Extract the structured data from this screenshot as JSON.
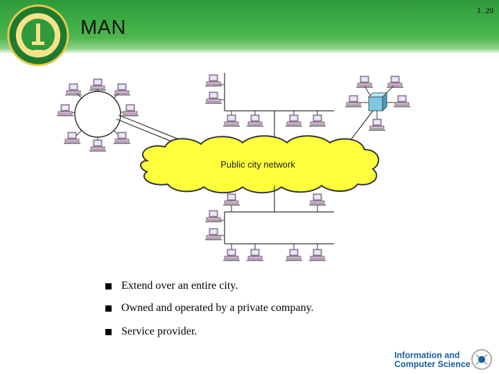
{
  "header": {
    "title": "MAN",
    "slide_number": "1. 20"
  },
  "diagram": {
    "cloud_label": "Public city network"
  },
  "bullets": [
    "Extend over an entire city.",
    "Owned and operated by a private company.",
    "Service provider."
  ],
  "footer": {
    "line1": "Information and",
    "line2": "Computer Science"
  },
  "colors": {
    "header_green": "#3fae46",
    "cloud_yellow": "#ffff3c",
    "switch_cyan": "#7ec8e3",
    "footer_blue": "#1d5fa3"
  }
}
